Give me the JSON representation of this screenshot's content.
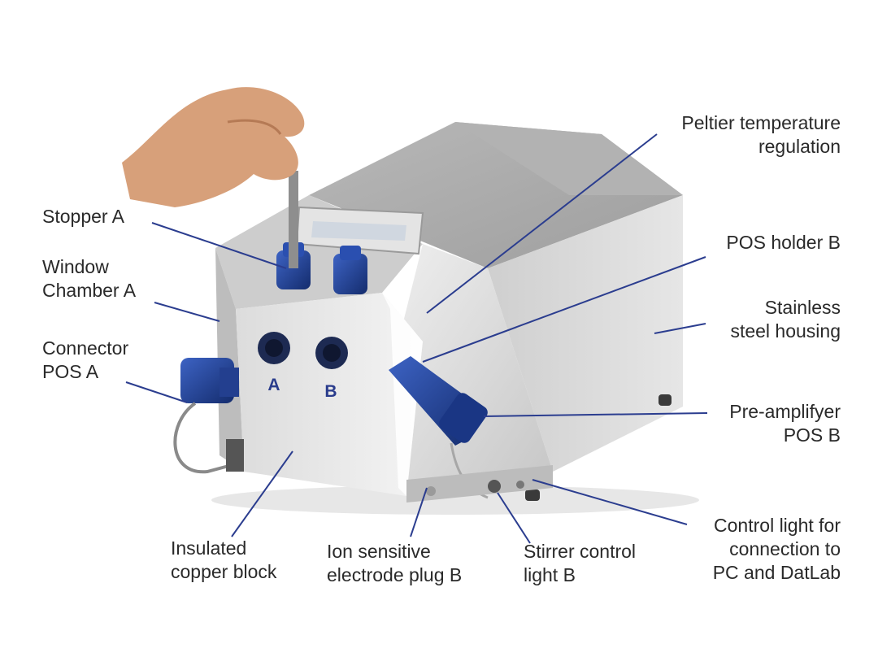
{
  "labels": {
    "stopper_a": [
      "Stopper A"
    ],
    "window_chamber_a": [
      "Window",
      "Chamber A"
    ],
    "connector_pos_a": [
      "Connector",
      "POS A"
    ],
    "peltier": [
      "Peltier temperature",
      "regulation"
    ],
    "pos_holder_b": [
      "POS holder B"
    ],
    "stainless_housing": [
      "Stainless",
      "steel housing"
    ],
    "preamplifier": [
      "Pre-amplifyer",
      "POS B"
    ],
    "control_light": [
      "Control light for",
      "connection to",
      "PC and DatLab"
    ],
    "insulated_block": [
      "Insulated",
      "copper block"
    ],
    "electrode_plug": [
      "Ion sensitive",
      "electrode plug B"
    ],
    "stirrer_light": [
      "Stirrer control",
      "light B"
    ]
  },
  "chamber_marks": {
    "a": "A",
    "b": "B"
  },
  "colors": {
    "housing": "#c9c9c9",
    "front_block": "#e9e9e9",
    "connector_blue": "#1f3f8f",
    "leader_line": "#2b3d8f",
    "skin": "#d7a07a"
  }
}
